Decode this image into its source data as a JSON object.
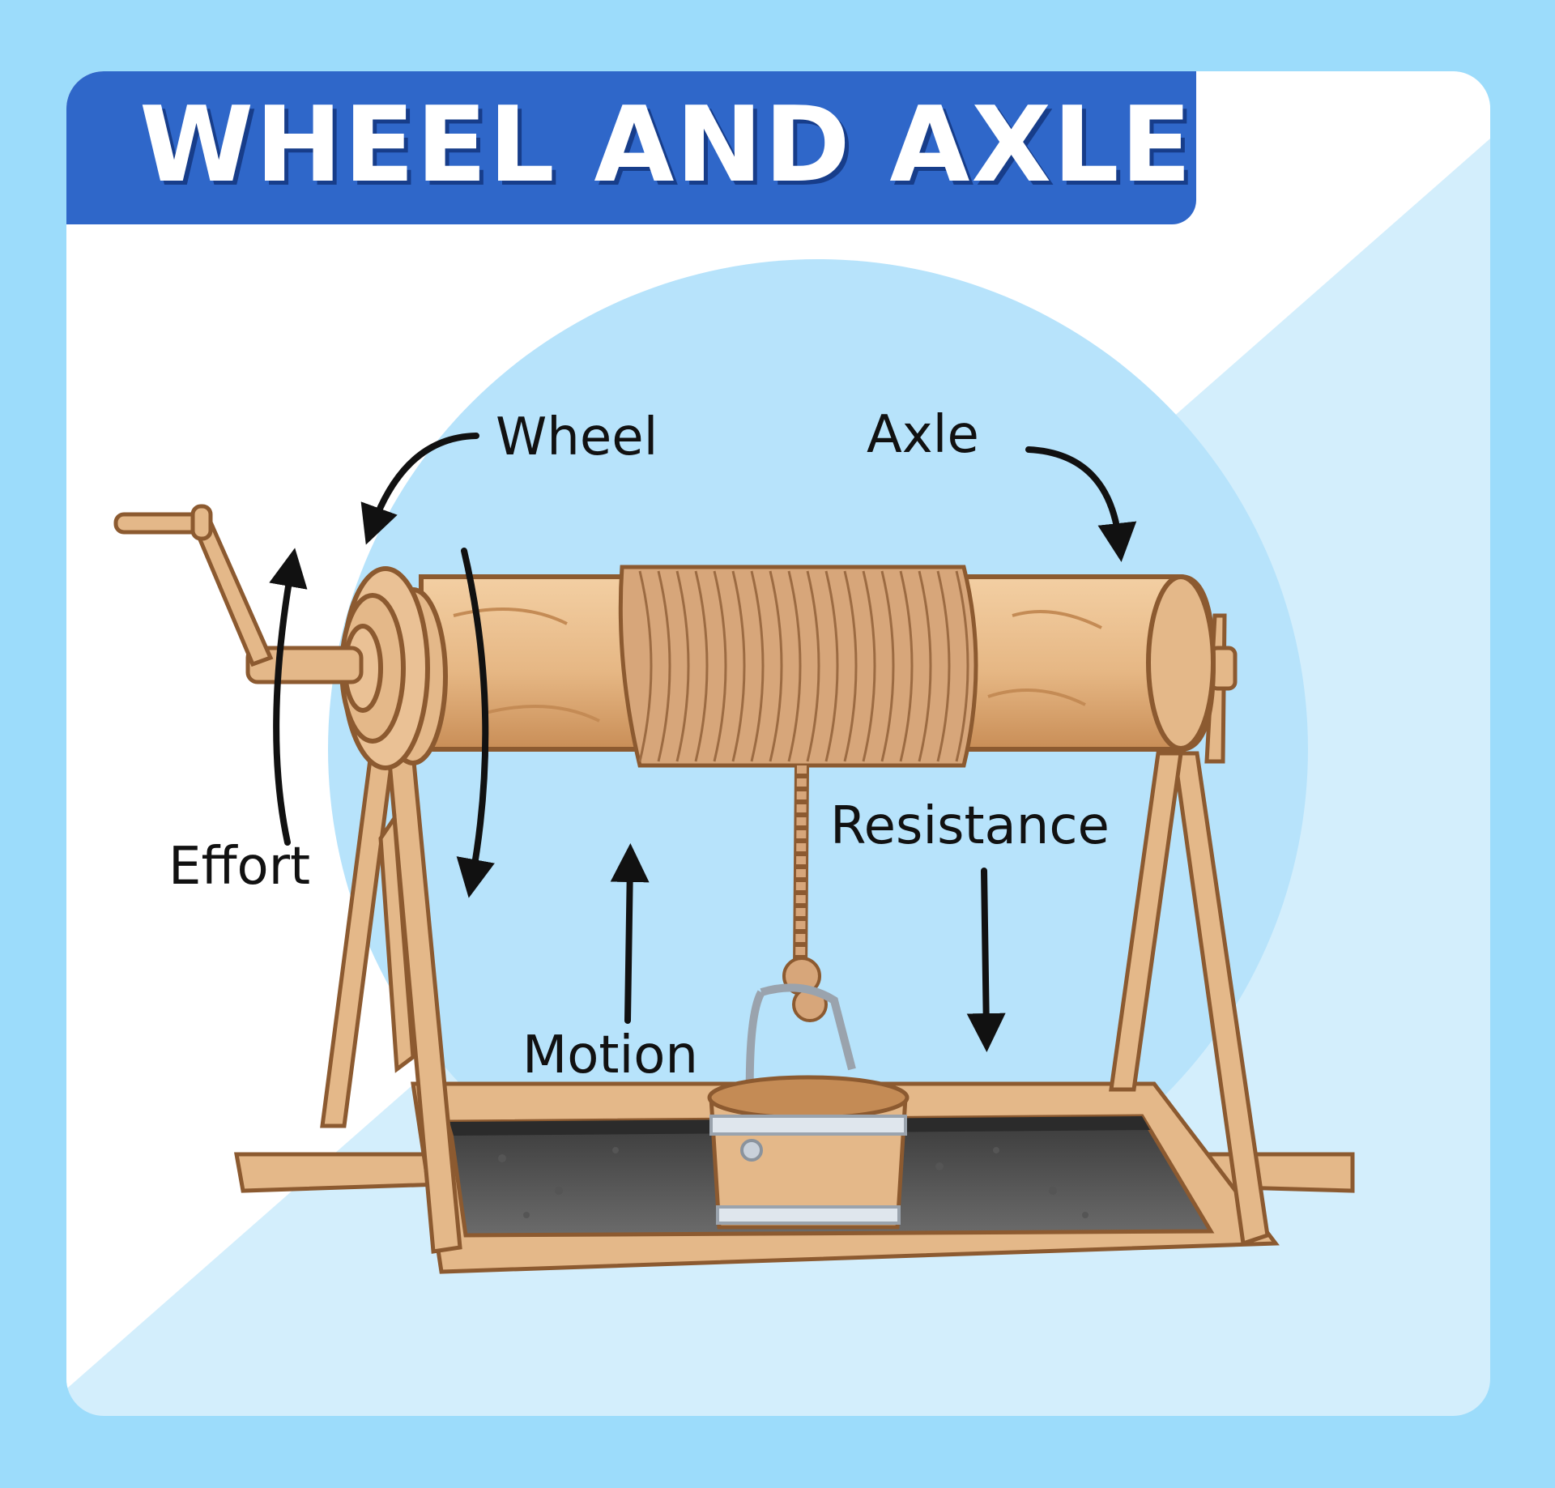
{
  "title": "WHEEL AND AXLE",
  "labels": {
    "wheel": "Wheel",
    "axle": "Axle",
    "effort": "Effort",
    "resistance": "Resistance",
    "motion": "Motion"
  },
  "colors": {
    "background": "#9cdcfb",
    "banner": "#2f67c9",
    "circle": "#b7e3fb",
    "wood": "#e4b889",
    "wood_dark": "#8c5a30",
    "rope": "#d7a67a"
  }
}
